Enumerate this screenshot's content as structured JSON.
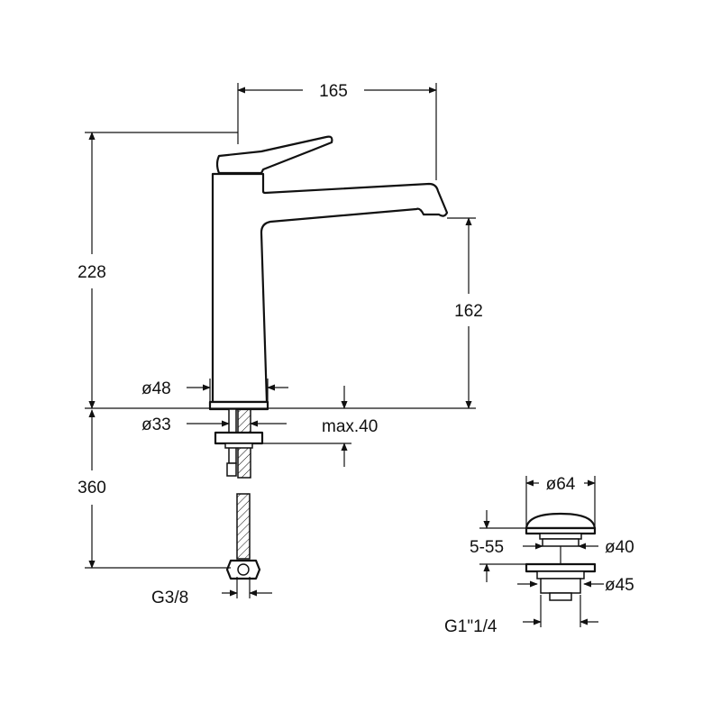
{
  "dimensions": {
    "width_total": "165",
    "height_total": "228",
    "spout_height": "162",
    "base_diameter": "ø48",
    "shank_diameter": "ø33",
    "max_deck_thickness": "max.40",
    "hose_length": "360",
    "hose_thread": "G3/8",
    "waste_top_diameter": "ø64",
    "waste_range": "5-55",
    "waste_body_diameter": "ø40",
    "waste_flange_diameter": "ø45",
    "waste_thread": "G1\"1/4"
  }
}
